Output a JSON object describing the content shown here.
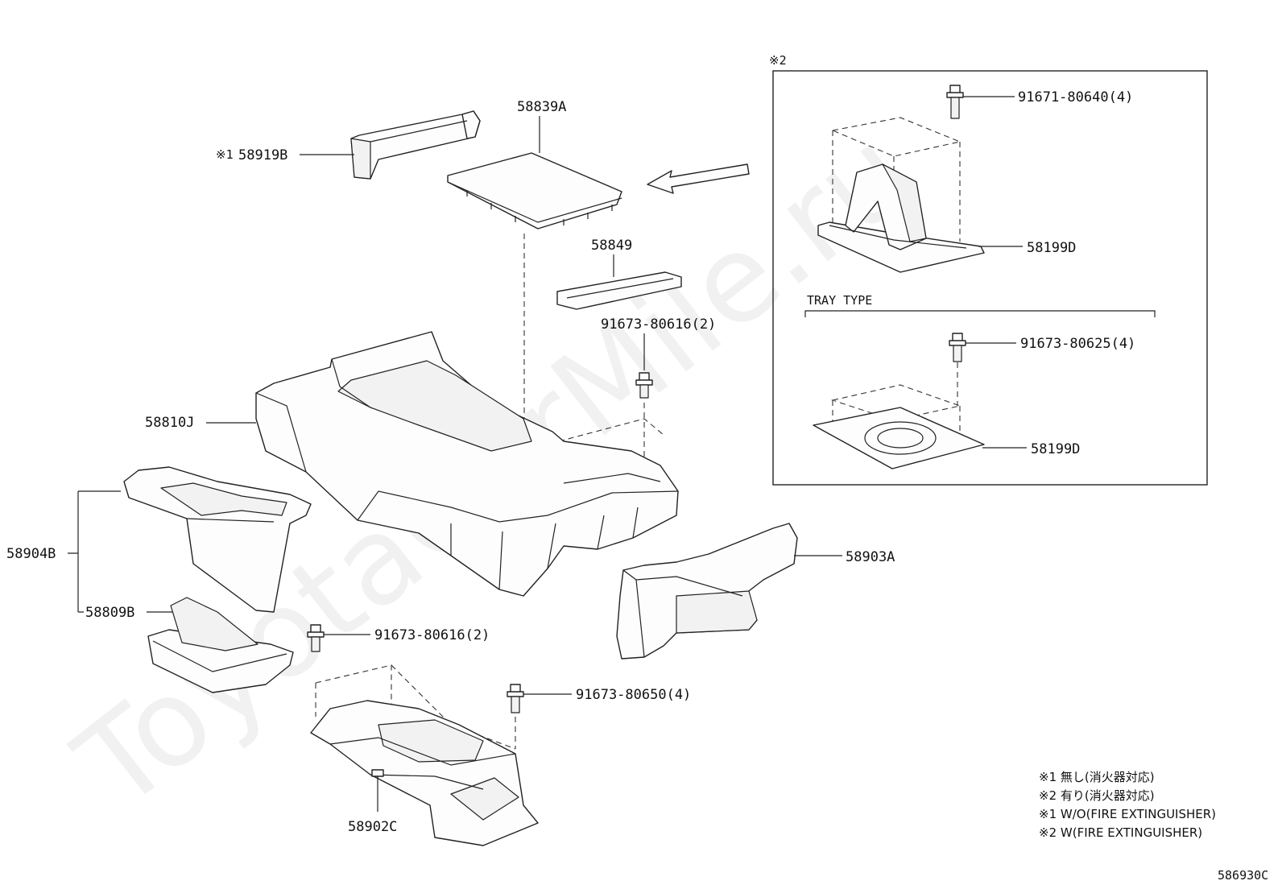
{
  "watermark": "ToyotaCarMile.ru",
  "callouts": {
    "p58839A": "58839A",
    "p58919B_mark": "※1",
    "p58919B": "58919B",
    "p58849": "58849",
    "p91673_80616_top": "91673-80616(2)",
    "p58810J": "58810J",
    "p58904B": "58904B",
    "p58809B": "58809B",
    "p91673_80616_bottom": "91673-80616(2)",
    "p91673_80650": "91673-80650(4)",
    "p58902C": "58902C",
    "p58903A": "58903A"
  },
  "inset": {
    "mark": "※2",
    "p91671_80640": "91671-80640(4)",
    "p58199D_upper": "58199D",
    "tray_type": "TRAY TYPE",
    "p91673_80625": "91673-80625(4)",
    "p58199D_lower": "58199D"
  },
  "legend": [
    "※1  無し(消火器対応)",
    "※2  有り(消火器対応)",
    "※1 W/O(FIRE EXTINGUISHER)",
    "※2 W(FIRE EXTINGUISHER)"
  ],
  "diagram_code": "586930C"
}
